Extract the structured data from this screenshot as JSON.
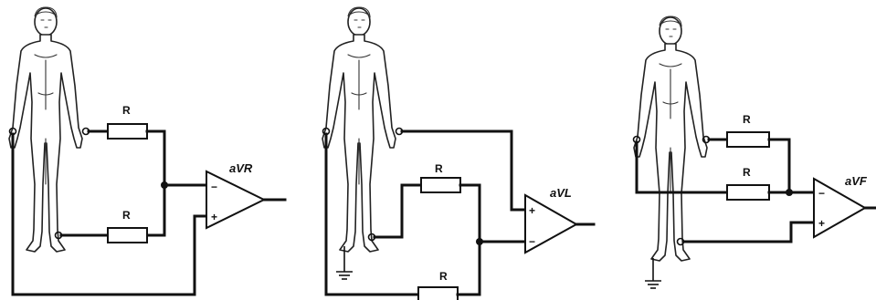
{
  "panels": [
    {
      "lead": "aVR",
      "resistor_top": "R",
      "resistor_bottom": "R",
      "plus": "+",
      "minus": "−"
    },
    {
      "lead": "aVL",
      "resistor_top": "R",
      "resistor_bottom": "R",
      "plus": "+",
      "minus": "−"
    },
    {
      "lead": "aVF",
      "resistor_top": "R",
      "resistor_bottom": "R",
      "plus": "+",
      "minus": "−"
    }
  ]
}
